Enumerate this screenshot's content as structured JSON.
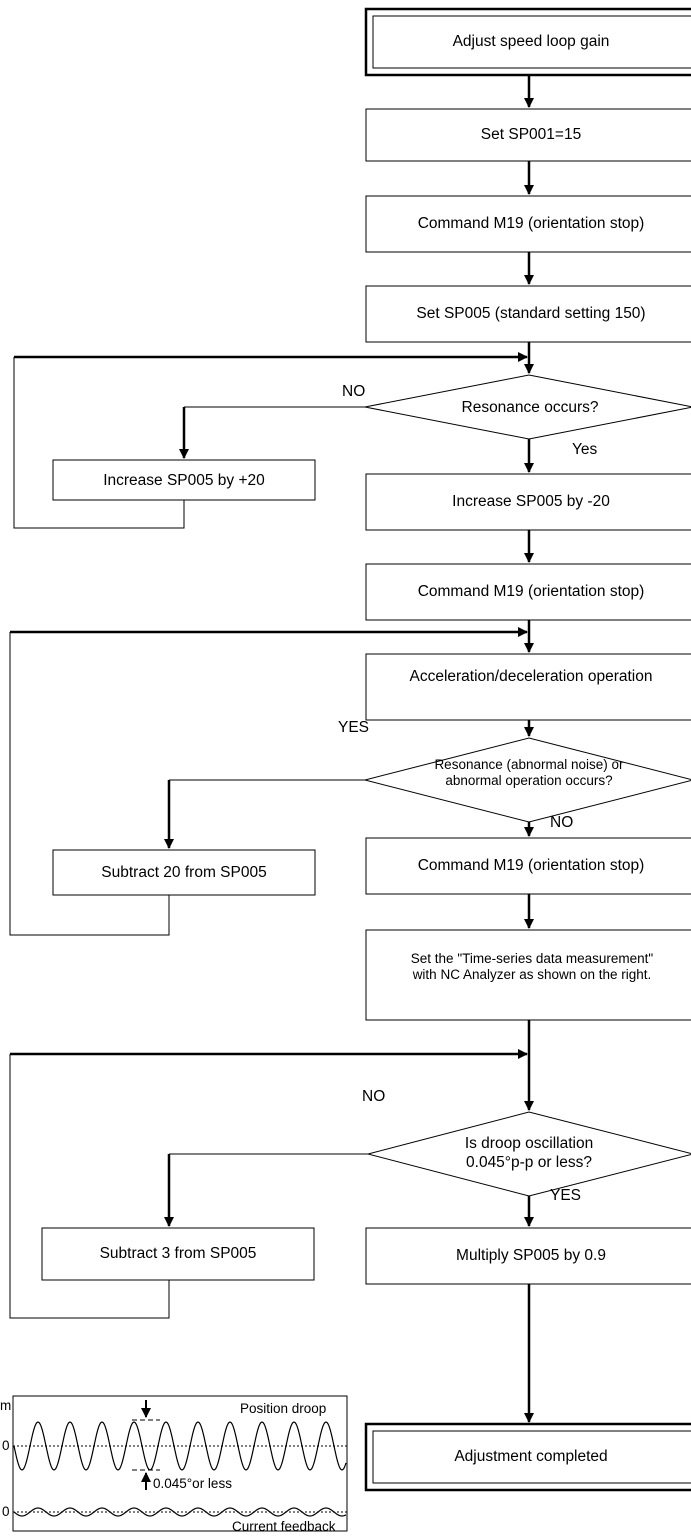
{
  "start": "Adjust speed loop gain",
  "steps": {
    "set_sp001": "Set SP001=15",
    "cmd_m19_1": "Command M19 (orientation stop)",
    "set_sp005": "Set SP005 (standard setting 150)",
    "inc_plus20": "Increase SP005 by +20",
    "inc_minus20": "Increase SP005 by -20",
    "cmd_m19_2": "Command M19 (orientation stop)",
    "accel_decel": "Acceleration/deceleration operation",
    "sub20": "Subtract 20 from SP005",
    "cmd_m19_3": "Command M19 (orientation stop)",
    "set_timeseries": "Set the \"Time-series data measurement\" with NC Analyzer as shown on the right.",
    "sub3": "Subtract 3 from SP005",
    "mult09": "Multiply SP005 by 0.9"
  },
  "end": "Adjustment completed",
  "decisions": {
    "d1": {
      "text": "Resonance occurs?",
      "no": "NO",
      "yes": "Yes"
    },
    "d2": {
      "text": "Resonance (abnormal noise) or abnormal operation occurs?",
      "yes": "YES",
      "no": "NO"
    },
    "d3": {
      "text": "Is droop oscillation 0.045°p-p or less?",
      "no": "NO",
      "yes": "YES"
    }
  },
  "waveform": {
    "position_label": "Position droop",
    "current_label": "Current feedback",
    "amplitude_label": "0.045°or less",
    "zero_label": "0",
    "axis_fragment": "m"
  }
}
